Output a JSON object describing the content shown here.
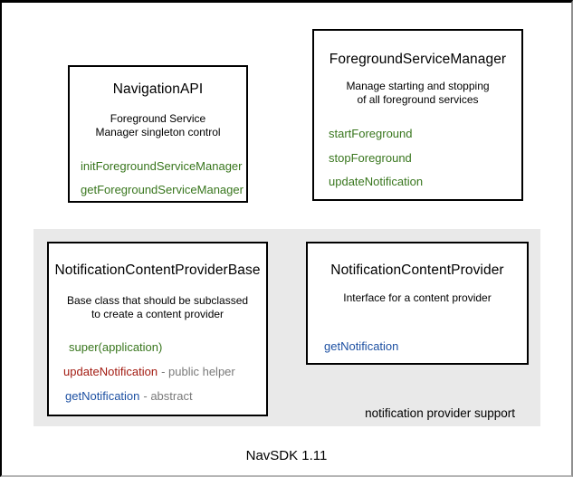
{
  "colors": {
    "method-green": "#38761d",
    "method-red": "#a31c12",
    "method-blue": "#1d50a2",
    "suffix-gray": "#7a7a7a",
    "group-bg": "#e9e9e9",
    "box-border": "#000000"
  },
  "boxes": {
    "navigation_api": {
      "title": "NavigationAPI",
      "description_lines": [
        "Foreground Service",
        "Manager singleton control"
      ],
      "methods": [
        "initForegroundServiceManager",
        "getForegroundServiceManager"
      ]
    },
    "foreground_service_manager": {
      "title": "ForegroundServiceManager",
      "description_lines": [
        "Manage starting and stopping",
        "of all foreground services"
      ],
      "methods": [
        "startForeground",
        "stopForeground",
        "updateNotification"
      ]
    },
    "notification_content_provider_base": {
      "title": "NotificationContentProviderBase",
      "description_lines": [
        "Base class that should be subclassed",
        "to create a content provider"
      ],
      "methods": [
        {
          "name": "super(application)",
          "suffix": ""
        },
        {
          "name": "updateNotification",
          "suffix": "- public helper"
        },
        {
          "name": "getNotification",
          "suffix": "- abstract"
        }
      ]
    },
    "notification_content_provider": {
      "title": "NotificationContentProvider",
      "description_lines": [
        "Interface for a content provider"
      ],
      "methods": [
        "getNotification"
      ]
    }
  },
  "group": {
    "label": "notification provider support"
  },
  "caption": "NavSDK 1.11"
}
